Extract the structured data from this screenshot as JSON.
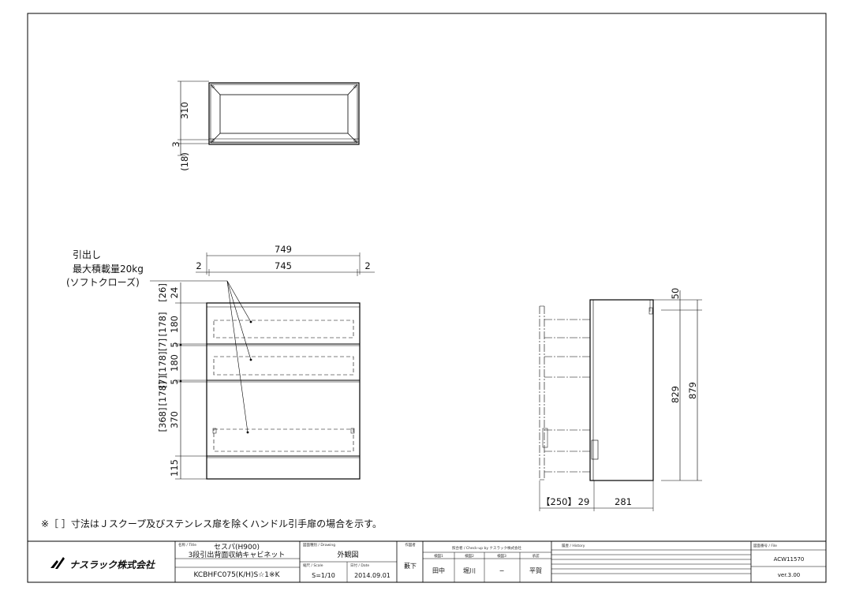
{
  "top_view": {
    "dim_310": "310",
    "dim_3": "3",
    "dim_18": "(18)"
  },
  "front_view": {
    "load_note": [
      "引出し",
      "最大積載量20kg",
      "(ソフトクローズ)"
    ],
    "dim_749": "749",
    "dim_745": "745",
    "dim_2_left": "2",
    "dim_2_right": "2",
    "vertical_dims": [
      {
        "label": "[26]"
      },
      {
        "label": "24"
      },
      {
        "label": "[178]"
      },
      {
        "label": "[7]"
      },
      {
        "label": "[178]"
      },
      {
        "label": "180"
      },
      {
        "label": "5"
      },
      {
        "label": "[7]"
      },
      {
        "label": "[178]"
      },
      {
        "label": "180"
      },
      {
        "label": "5"
      },
      {
        "label": "[368]"
      },
      {
        "label": "370"
      },
      {
        "label": "115"
      }
    ]
  },
  "side_view": {
    "dim_50": "50",
    "dim_829": "829",
    "dim_879": "879",
    "dim_250": "【250】",
    "dim_29": "29",
    "dim_281": "281"
  },
  "footnote": "※［ ］寸法はＪスクープ及びステンレス扉を除くハンドル引手扉の場合を示す。",
  "title_block": {
    "logo_text": "ナスラック株式会社",
    "name_label": "名称 / Title",
    "name_value": "セスパ(H900)",
    "description": "3段引出背面収納キャビネット",
    "model": "KCBHFC075(K/H)S☆1※K",
    "drawing_label": "図面種別 / Drawing",
    "drawing_value": "外観図",
    "scale_label": "縮尺 / Scale",
    "scale_value": "S=1/10",
    "date_label": "日付 / Date",
    "date_value": "2014.09.01",
    "drafter_label": "作図者",
    "drafter_value": "藪下",
    "check_label": "照合者 / Check-up by ナスラック株式会社",
    "check_headers": [
      "検図1",
      "検図2",
      "検図3",
      "承認"
    ],
    "check_values": [
      "田中",
      "堀川",
      "−",
      "平賀"
    ],
    "history_label": "履歴 / History",
    "file_label": "図面番号 / File",
    "file_value": "ACW11570",
    "version_value": "ver.3.00"
  }
}
